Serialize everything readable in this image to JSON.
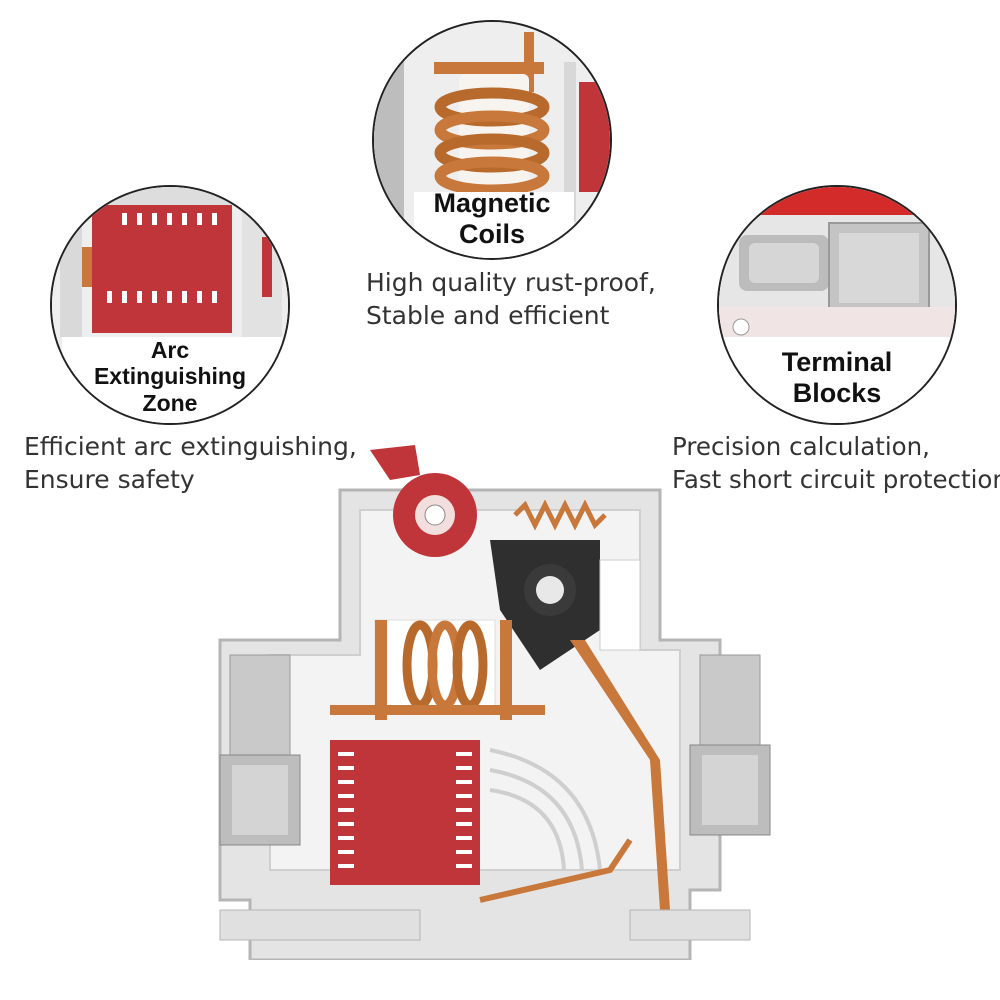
{
  "callouts": {
    "magnetic_coils": {
      "title_line1": "Magnetic",
      "title_line2": "Coils",
      "desc_line1": "High quality rust-proof,",
      "desc_line2": "Stable and efficient"
    },
    "arc_zone": {
      "title_line1": "Arc",
      "title_line2": "Extinguishing",
      "title_line3": "Zone",
      "desc_line1": "Efficient arc extinguishing,",
      "desc_line2": "Ensure safety"
    },
    "terminal_blocks": {
      "title_line1": "Terminal",
      "title_line2": "Blocks",
      "desc_line1": "Precision calculation,",
      "desc_line2": "Fast short circuit protection"
    }
  },
  "colors": {
    "accent_red": "#c0353a",
    "copper": "#c8783a",
    "housing": "#e6e6e6",
    "metal": "#cfcfcf"
  },
  "icons": [
    "magnetic-coil-image",
    "arc-chute-image",
    "terminal-block-image",
    "circuit-breaker-cutaway-image"
  ]
}
